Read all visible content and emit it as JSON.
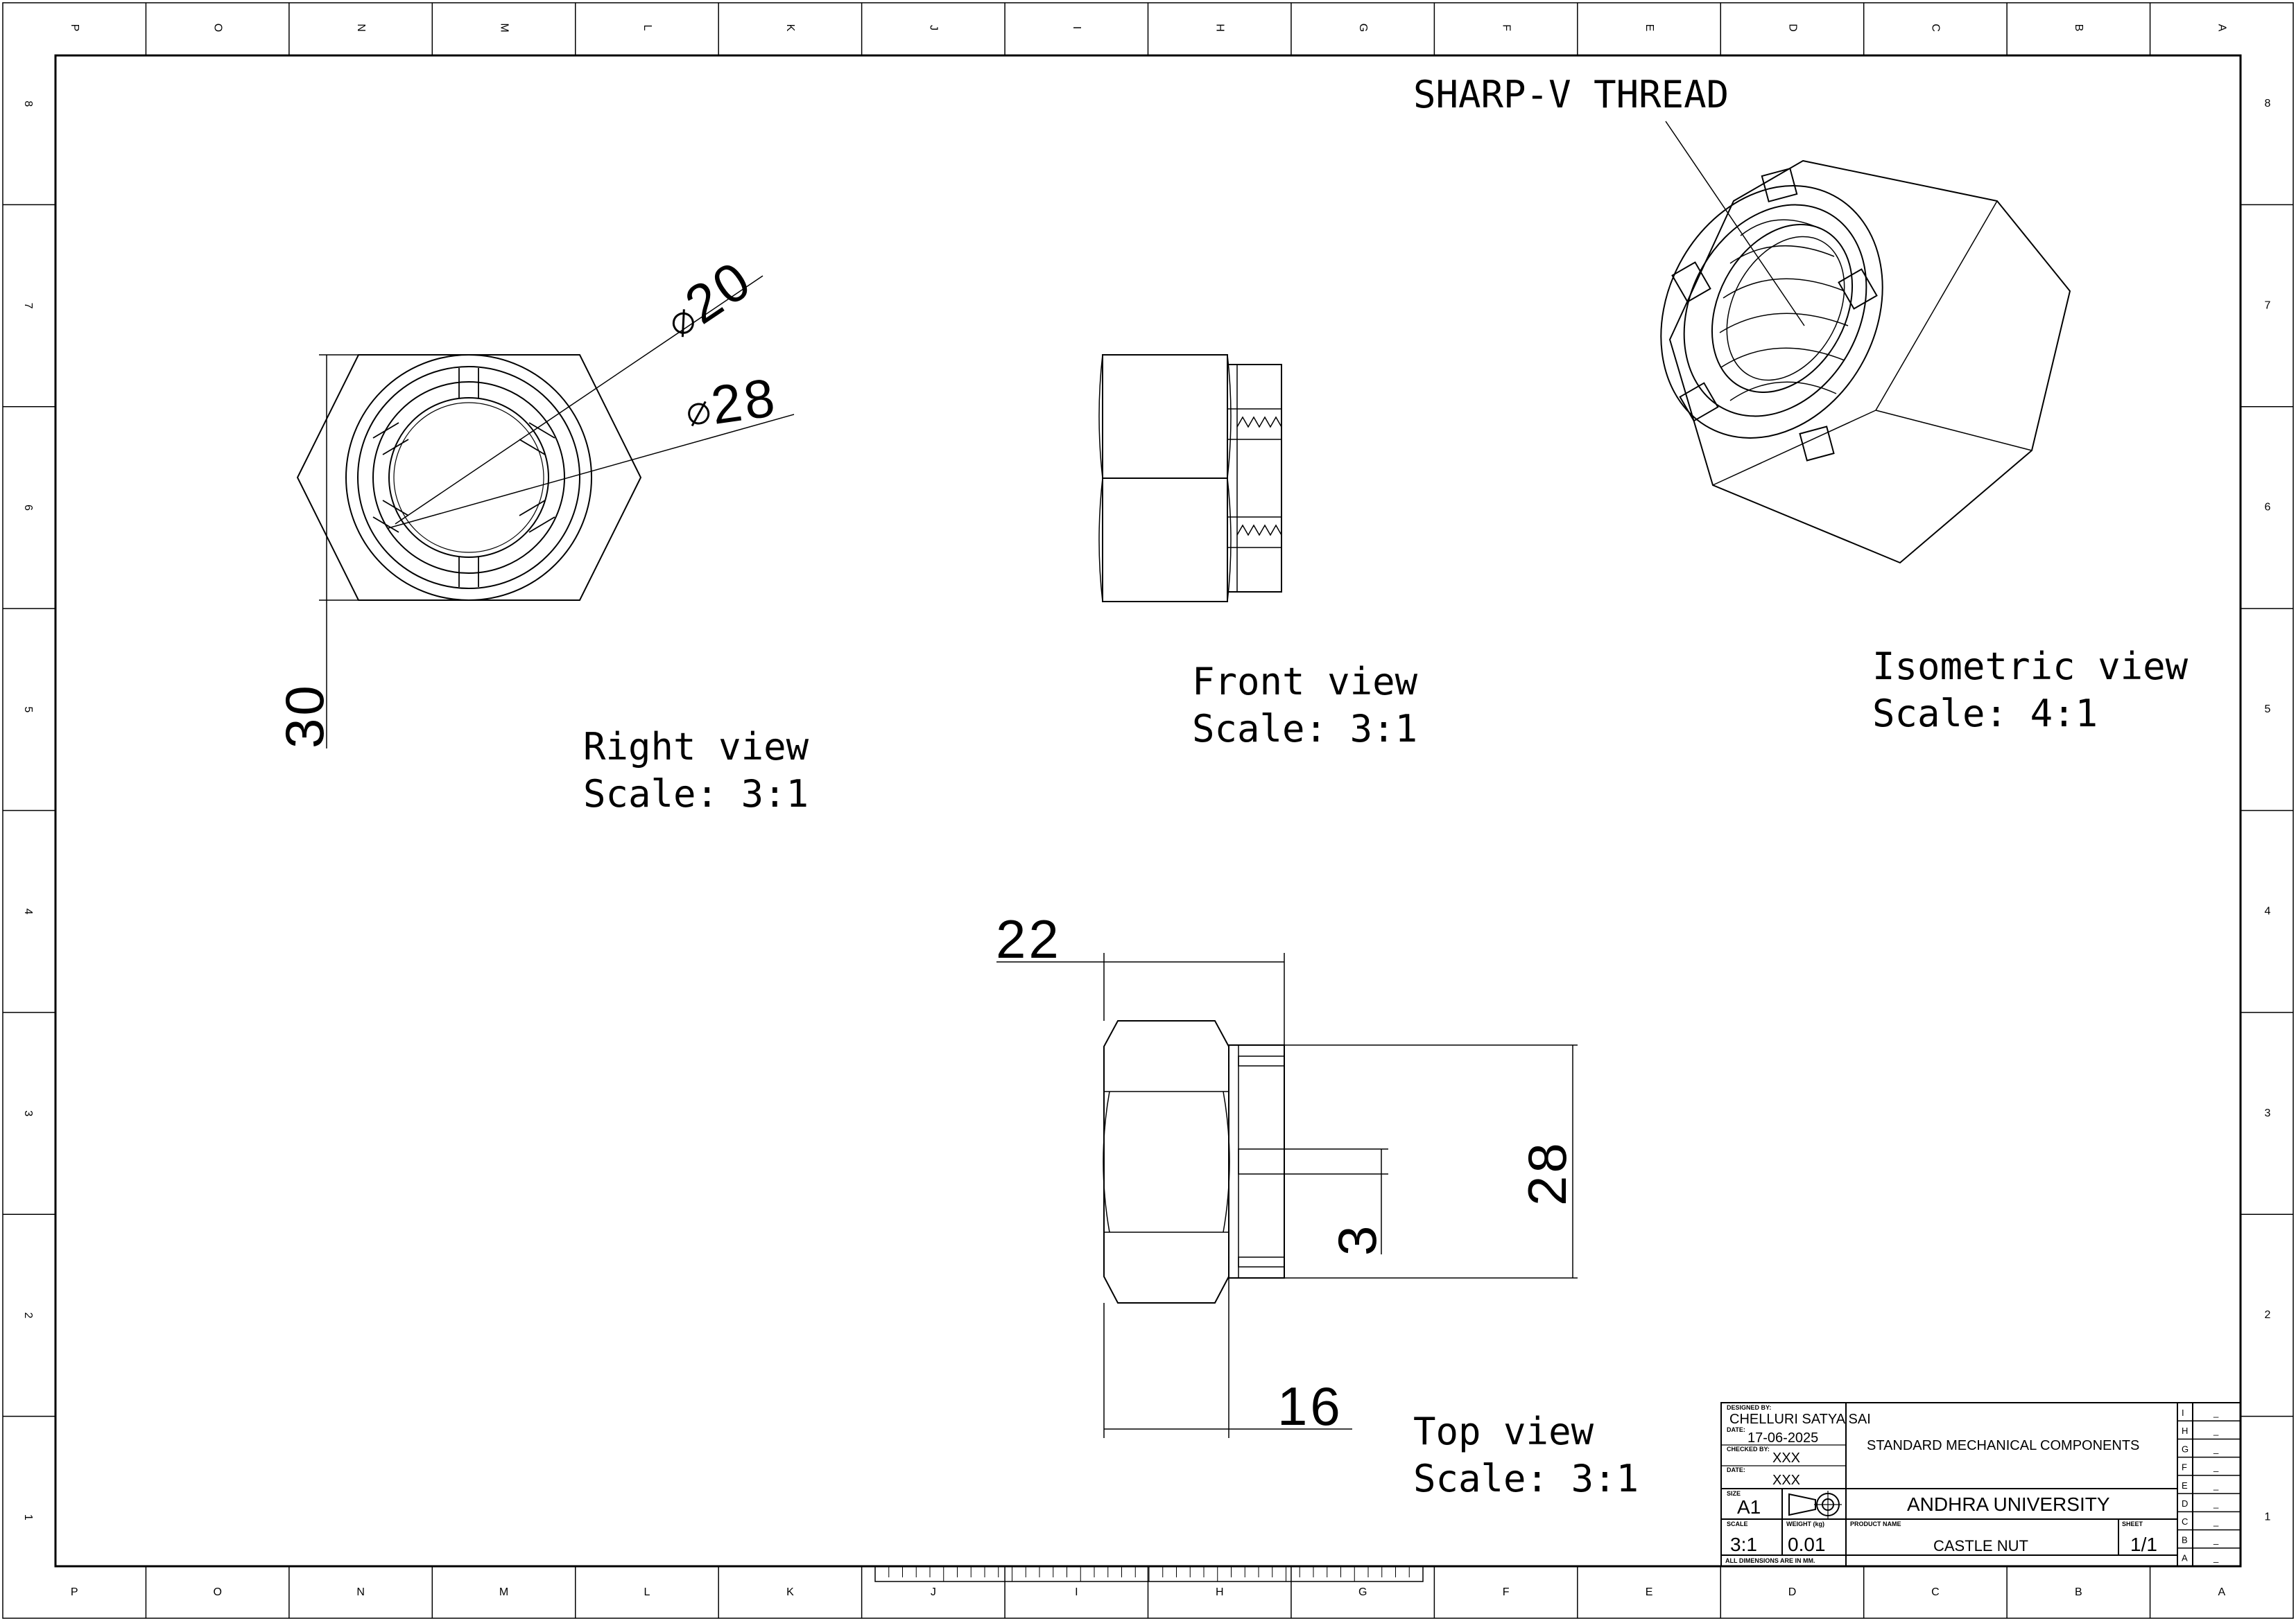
{
  "zones": {
    "columns": [
      "P",
      "O",
      "N",
      "M",
      "L",
      "K",
      "J",
      "I",
      "H",
      "G",
      "F",
      "E",
      "D",
      "C",
      "B",
      "A"
    ],
    "rows": [
      "8",
      "7",
      "6",
      "5",
      "4",
      "3",
      "2",
      "1"
    ]
  },
  "notes": {
    "thread": "SHARP-V THREAD",
    "right_view": {
      "title": "Right view",
      "scale": "Scale:  3:1"
    },
    "front_view": {
      "title": "Front view",
      "scale": "Scale:  3:1"
    },
    "isometric_view": {
      "title": "Isometric view",
      "scale": "Scale:  4:1"
    },
    "top_view": {
      "title": "Top view",
      "scale": "Scale:  3:1"
    }
  },
  "dimensions": {
    "d20": "20",
    "d28": "28",
    "w30": "30",
    "len22": "22",
    "h28": "28",
    "slot3": "3",
    "len16": "16"
  },
  "title_block": {
    "designed_by_label": "DESIGNED BY:",
    "designed_by": "CHELLURI SATYA SAI",
    "date_label": "DATE:",
    "date": "17-06-2025",
    "checked_by_label": "CHECKED BY:",
    "checked_by": "XXX",
    "date2_label": "DATE:",
    "date2": "XXX",
    "size_label": "SIZE",
    "size": "A1",
    "scale_label": "SCALE",
    "scale": "3:1",
    "weight_label": "WEIGHT (kg)",
    "weight": "0.01",
    "product_label": "PRODUCT NAME",
    "product": "CASTLE NUT",
    "sheet_label": "SHEET",
    "sheet": "1/1",
    "company": "STANDARD MECHANICAL COMPONENTS",
    "institution": "ANDHRA UNIVERSITY",
    "note": "ALL DIMENSIONS ARE IN MM.",
    "revisions": [
      {
        "letter": "I",
        "value": "_"
      },
      {
        "letter": "H",
        "value": "_"
      },
      {
        "letter": "G",
        "value": "_"
      },
      {
        "letter": "F",
        "value": "_"
      },
      {
        "letter": "E",
        "value": "_"
      },
      {
        "letter": "D",
        "value": "_"
      },
      {
        "letter": "C",
        "value": "_"
      },
      {
        "letter": "B",
        "value": "_"
      },
      {
        "letter": "A",
        "value": "_"
      }
    ]
  }
}
